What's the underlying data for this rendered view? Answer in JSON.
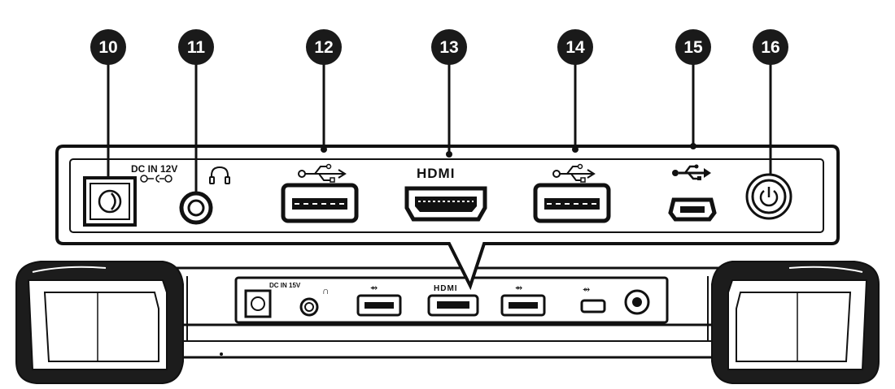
{
  "callouts": [
    {
      "number": "10",
      "target": "dc-in-port"
    },
    {
      "number": "11",
      "target": "headphone-jack"
    },
    {
      "number": "12",
      "target": "usb-port-1"
    },
    {
      "number": "13",
      "target": "hdmi-port"
    },
    {
      "number": "14",
      "target": "usb-port-2"
    },
    {
      "number": "15",
      "target": "mini-usb-port"
    },
    {
      "number": "16",
      "target": "power-button"
    }
  ],
  "panel_labels": {
    "dc_in": "DC IN 12V",
    "dc_in_small": "DC IN 15V",
    "hdmi": "HDMI"
  },
  "icons": [
    "dc-polarity-icon",
    "headphone-icon",
    "usb-icon",
    "power-icon"
  ],
  "colors": {
    "outline": "#111111",
    "callout_fill": "#1a1a1a",
    "background": "#ffffff",
    "bumper": "#1c1c1c"
  }
}
